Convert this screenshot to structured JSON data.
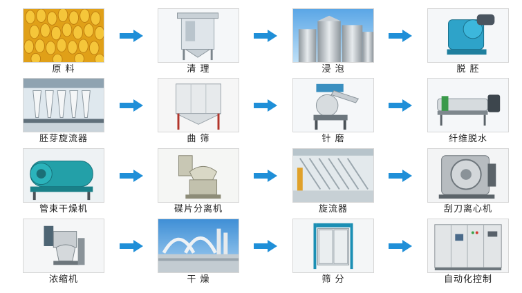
{
  "title": "玉米淀粉生产工艺流程",
  "accent_color": "#1f8fd8",
  "rows": [
    {
      "steps": [
        {
          "label": "原 料",
          "icon": "corn-kernels-image"
        },
        {
          "label": "清 理",
          "icon": "cleaning-machine-image"
        },
        {
          "label": "浸 泡",
          "icon": "steeping-tanks-image"
        },
        {
          "label": "脱 胚",
          "icon": "degerminator-image"
        }
      ]
    },
    {
      "steps": [
        {
          "label": "胚芽旋流器",
          "icon": "germ-hydrocyclone-image"
        },
        {
          "label": "曲 筛",
          "icon": "curved-screen-image"
        },
        {
          "label": "针 磨",
          "icon": "pin-mill-image"
        },
        {
          "label": "纤维脱水",
          "icon": "fiber-dewatering-image"
        }
      ]
    },
    {
      "steps": [
        {
          "label": "管束干燥机",
          "icon": "tube-bundle-dryer-image"
        },
        {
          "label": "碟片分离机",
          "icon": "disc-separator-image"
        },
        {
          "label": "旋流器",
          "icon": "hydrocyclone-station-image"
        },
        {
          "label": "刮刀离心机",
          "icon": "peeler-centrifuge-image"
        }
      ]
    },
    {
      "steps": [
        {
          "label": "浓缩机",
          "icon": "concentrator-image"
        },
        {
          "label": "干 燥",
          "icon": "flash-dryer-image"
        },
        {
          "label": "筛 分",
          "icon": "sifter-image"
        },
        {
          "label": "自动化控制",
          "icon": "control-cabinet-image"
        }
      ]
    }
  ]
}
